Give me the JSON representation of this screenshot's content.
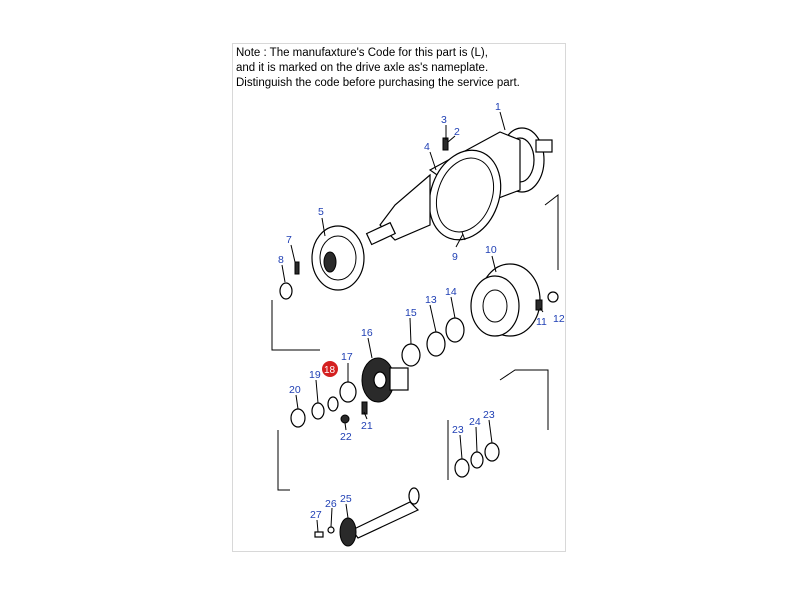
{
  "note": {
    "line1": "Note : The manufaxture's Code for this part is (L),",
    "line2": "and it is marked on the drive axle as's nameplate.",
    "line3": "Distinguish the code before purchasing the service part."
  },
  "callouts": [
    {
      "id": "c1",
      "text": "1"
    },
    {
      "id": "c2",
      "text": "2"
    },
    {
      "id": "c3",
      "text": "3"
    },
    {
      "id": "c4",
      "text": "4"
    },
    {
      "id": "c5",
      "text": "5"
    },
    {
      "id": "c7",
      "text": "7"
    },
    {
      "id": "c8",
      "text": "8"
    },
    {
      "id": "c9",
      "text": "9"
    },
    {
      "id": "c10",
      "text": "10"
    },
    {
      "id": "c11",
      "text": "11"
    },
    {
      "id": "c12",
      "text": "12"
    },
    {
      "id": "c13",
      "text": "13"
    },
    {
      "id": "c14",
      "text": "14"
    },
    {
      "id": "c15",
      "text": "15"
    },
    {
      "id": "c16",
      "text": "16"
    },
    {
      "id": "c17",
      "text": "17"
    },
    {
      "id": "c18",
      "text": "18",
      "highlight": true
    },
    {
      "id": "c19",
      "text": "19"
    },
    {
      "id": "c20",
      "text": "20"
    },
    {
      "id": "c21",
      "text": "21"
    },
    {
      "id": "c22",
      "text": "22"
    },
    {
      "id": "c23a",
      "text": "23"
    },
    {
      "id": "c23b",
      "text": "23"
    },
    {
      "id": "c24",
      "text": "24"
    },
    {
      "id": "c25",
      "text": "25"
    },
    {
      "id": "c26",
      "text": "26"
    },
    {
      "id": "c27",
      "text": "27"
    }
  ],
  "colors": {
    "callout": "#1f3fb4",
    "highlight": "#d42020"
  }
}
